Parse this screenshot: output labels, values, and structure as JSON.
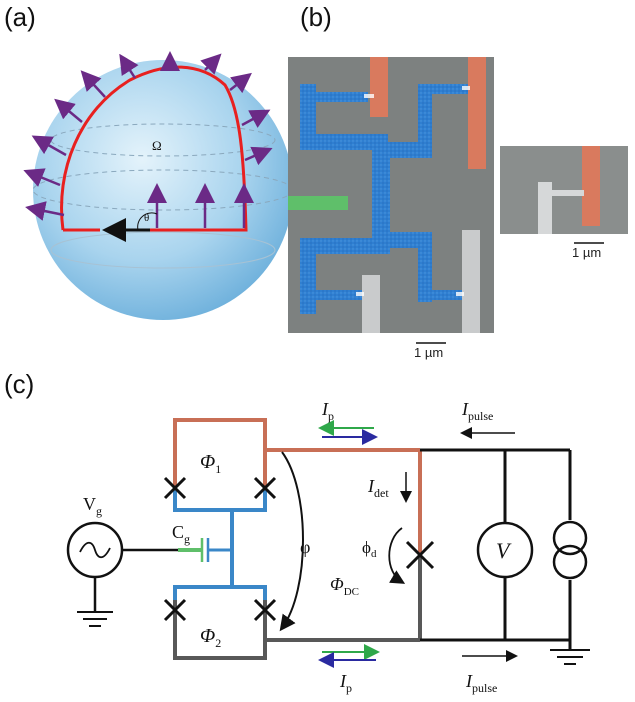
{
  "panels": {
    "a": "(a)",
    "b": "(b)",
    "c": "(c)"
  },
  "sphere": {
    "omega_label": "Ω",
    "theta_label": "θ"
  },
  "micrograph": {
    "scale_main": "1 µm",
    "scale_inset": "1 µm"
  },
  "circuit": {
    "phi1": "Φ",
    "phi1_sub": "1",
    "phi2": "Φ",
    "phi2_sub": "2",
    "vg": "V",
    "vg_sub": "g",
    "cg": "C",
    "cg_sub": "g",
    "varphi": "φ",
    "ip_top": "I",
    "ip_top_sub": "p",
    "ip_bottom": "I",
    "ip_bottom_sub": "p",
    "ipulse_top": "I",
    "ipulse_top_sub": "pulse",
    "ipulse_bottom": "I",
    "ipulse_bottom_sub": "pulse",
    "idet": "I",
    "idet_sub": "det",
    "phid": "ϕ",
    "phid_sub": "d",
    "phidc": "Φ",
    "phidc_sub": "DC",
    "voltmeter": "V"
  },
  "colors": {
    "red_path": "#e8201f",
    "purple": "#6b2a86",
    "sphere": "#a9d4ee",
    "blue_metal": "#2f7fd1",
    "orange_metal": "#d97a5e",
    "green_metal": "#5fbf6a",
    "grey_metal": "#c9cbcc",
    "substrate": "#7d8180",
    "wire_orange": "#c86f56",
    "wire_blue": "#3a87c8",
    "wire_grey": "#585858",
    "arrow_green": "#2fa84a",
    "arrow_blue": "#2a2aa0"
  }
}
